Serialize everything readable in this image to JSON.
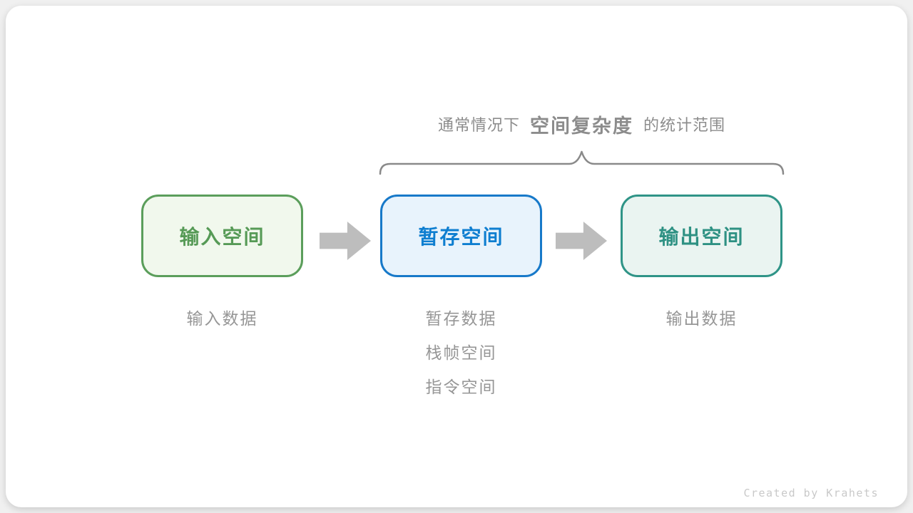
{
  "annotation": {
    "prefix": "通常情况下",
    "emphasis": "空间复杂度",
    "suffix": "的统计范围"
  },
  "boxes": [
    {
      "id": "input-space",
      "label": "输入空间",
      "border_color": "#5b9e5b",
      "background_color": "#f1f8ed",
      "text_color": "#569a56",
      "sublabels": [
        "输入数据"
      ]
    },
    {
      "id": "temp-space",
      "label": "暂存空间",
      "border_color": "#1779c9",
      "background_color": "#e8f3fc",
      "text_color": "#0e7ed0",
      "sublabels": [
        "暂存数据",
        "栈帧空间",
        "指令空间"
      ]
    },
    {
      "id": "output-space",
      "label": "输出空间",
      "border_color": "#2f9487",
      "background_color": "#eaf4f1",
      "text_color": "#2e9183",
      "sublabels": [
        "输出数据"
      ]
    }
  ],
  "footer": {
    "credit": "Created by Krahets"
  },
  "colors": {
    "annotation_text": "#8c8c8c",
    "sublabel_text": "#969696",
    "arrow": "#bdbdbd",
    "brace": "#8a8a8a",
    "credit": "#c9c9c9",
    "card": "#ffffff",
    "page_bg": "#f0f0f0"
  }
}
